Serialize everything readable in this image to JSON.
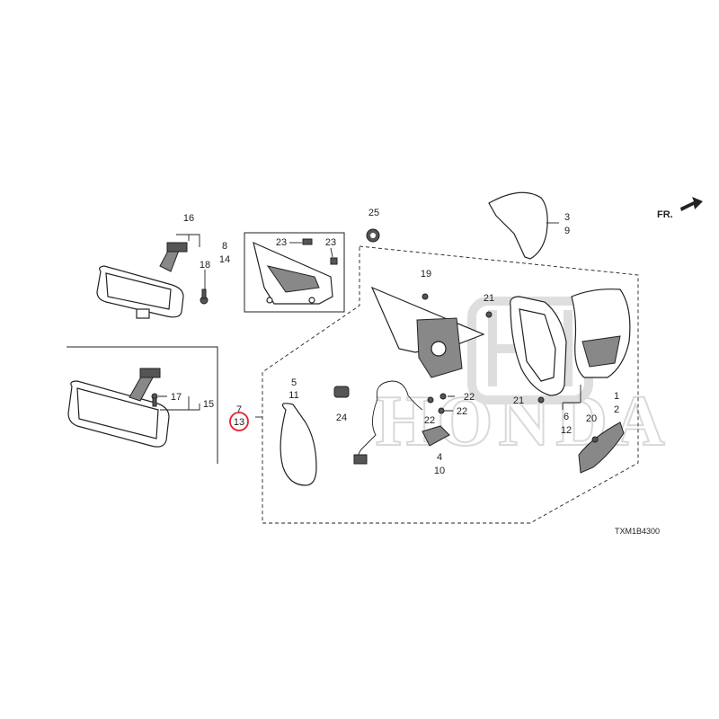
{
  "diagram": {
    "diagram_code": "TXM1B4300",
    "direction_label": "FR.",
    "watermark_text": "HONDA",
    "highlight_color": "#e8212c",
    "highlighted_part": "13",
    "labels": {
      "p1": "1",
      "p2": "2",
      "p3": "3",
      "p4": "4",
      "p5": "5",
      "p6": "6",
      "p7": "7",
      "p8": "8",
      "p9": "9",
      "p10": "10",
      "p11": "11",
      "p12": "12",
      "p13": "13",
      "p14": "14",
      "p15": "15",
      "p16": "16",
      "p17": "17",
      "p18": "18",
      "p19": "19",
      "p20": "20",
      "p21a": "21",
      "p21b": "21",
      "p22a": "22",
      "p22b": "22",
      "p22c": "22",
      "p23a": "23",
      "p23b": "23",
      "p24": "24",
      "p25": "25"
    }
  }
}
